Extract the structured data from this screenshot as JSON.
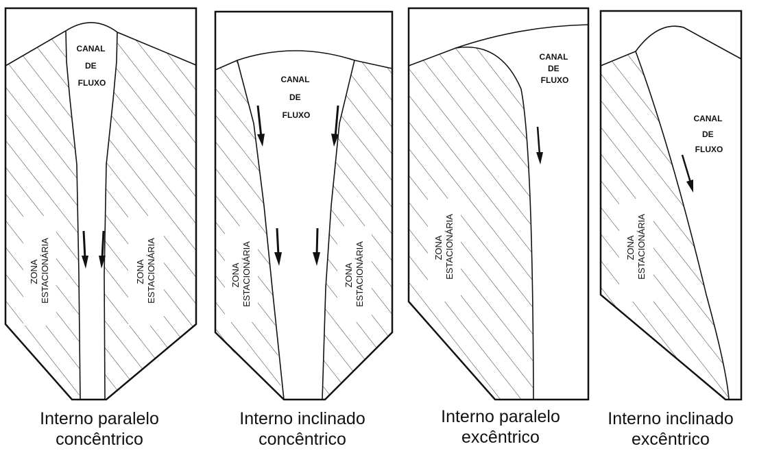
{
  "flow_label": [
    "CANAL",
    "DE",
    "FLUXO"
  ],
  "zone_label": [
    "ZONA",
    "ESTACIONÁRIA"
  ],
  "panels": [
    {
      "caption_line1": "Interno paralelo",
      "caption_line2": "concêntrico"
    },
    {
      "caption_line1": "Interno inclinado",
      "caption_line2": "concêntrico"
    },
    {
      "caption_line1": "Interno paralelo",
      "caption_line2": "excêntrico"
    },
    {
      "caption_line1": "Interno inclinado",
      "caption_line2": "excêntrico"
    }
  ]
}
